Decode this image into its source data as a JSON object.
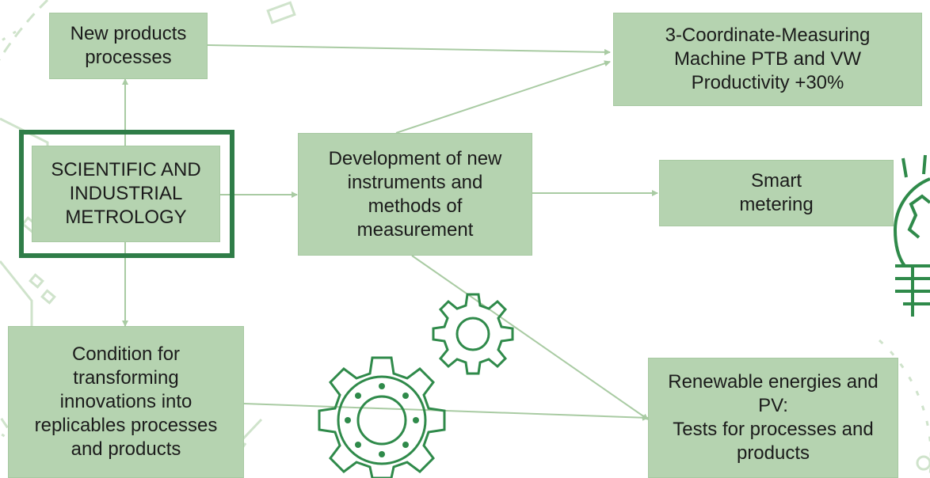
{
  "colors": {
    "box_fill": "#b5d3b0",
    "frame": "#2f7d48",
    "arrow": "#a9cba3",
    "decoration": "#8fc08a"
  },
  "boxes": {
    "new_products": "New products\nprocesses",
    "metrology": "SCIENTIFIC AND\nINDUSTRIAL\nMETROLOGY",
    "condition": "Condition for\ntransforming\ninnovations into\nreplicables processes\nand products",
    "development": "Development of new\ninstruments and\nmethods of\nmeasurement",
    "coordinate": "3-Coordinate-Measuring\nMachine PTB and VW\nProductivity +30%",
    "smart": "Smart\nmetering",
    "renewable": "Renewable energies and\nPV:\nTests for processes and\nproducts"
  },
  "icons": [
    "gear-icon",
    "lightbulb-icon"
  ]
}
